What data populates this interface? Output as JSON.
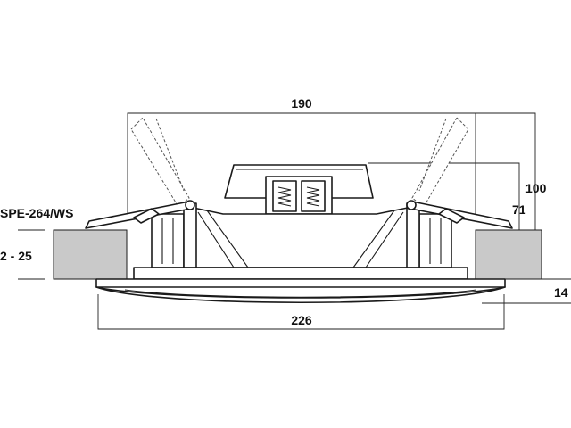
{
  "model": "SPE-264/WS",
  "dimensions": {
    "top_width": "190",
    "total_height": "100",
    "body_height": "71",
    "ceiling_thickness": "2 - 25",
    "grille_depth": "14",
    "grille_diameter": "226"
  },
  "colors": {
    "line": "#1a1a1a",
    "ceiling_fill": "#c9c9c9",
    "background": "#ffffff"
  }
}
